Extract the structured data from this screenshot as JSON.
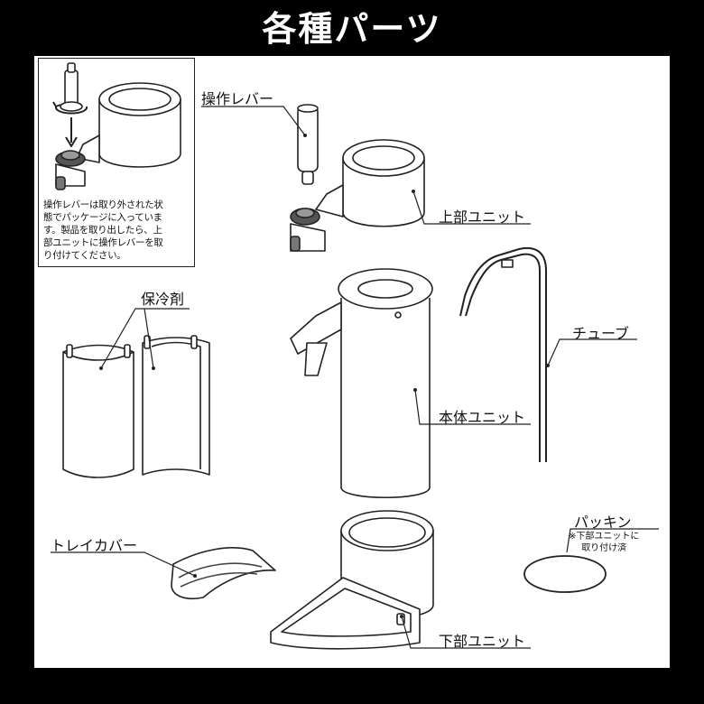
{
  "header": {
    "title": "各種パーツ"
  },
  "inset": {
    "note_lines": [
      "操作レバーは取り外された状",
      "態でパッケージに入っていま",
      "す。製品を取り出したら、上",
      "部ユニットに操作レバーを取",
      "り付けてください。"
    ]
  },
  "labels": {
    "lever": "操作レバー",
    "upper_unit": "上部ユニット",
    "cold_pack": "保冷剤",
    "tube": "チューブ",
    "body_unit": "本体ユニット",
    "packing": "パッキン",
    "packing_note_1": "※下部ユニットに",
    "packing_note_2": "取り付け済",
    "tray_cover": "トレイカバー",
    "lower_unit": "下部ユニット"
  }
}
